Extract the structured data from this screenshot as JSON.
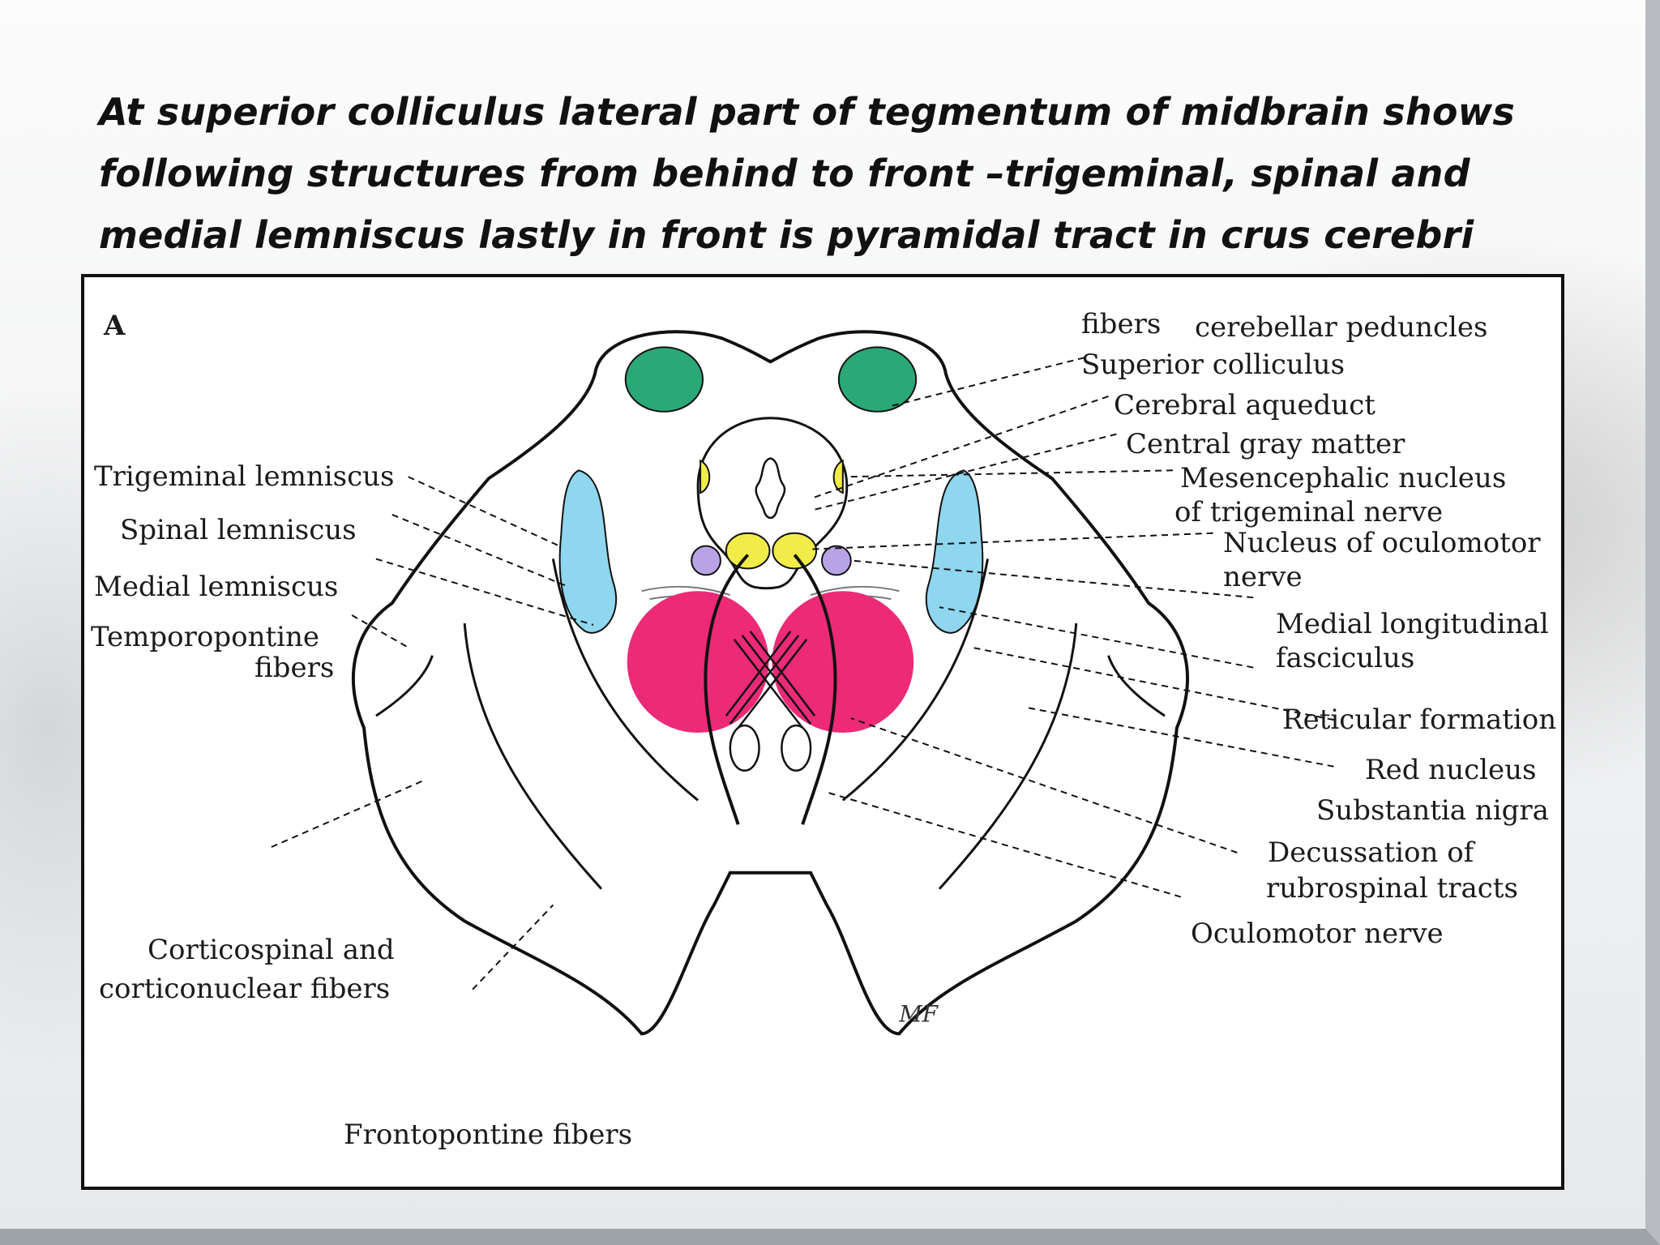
{
  "heading": {
    "line1": "At superior colliculus lateral part of tegmentum of midbrain shows",
    "line2": "following structures from behind to front –trigeminal, spinal and",
    "line3": "medial lemniscus lastly in front is pyramidal tract in crus cerebri"
  },
  "figure": {
    "panel_letter": "A",
    "signature": "MF",
    "labels": {
      "fibers_top": "fibers",
      "cerebellar_peduncles": "cerebellar peduncles",
      "superior_colliculus": "Superior colliculus",
      "cerebral_aqueduct": "Cerebral aqueduct",
      "central_gray_matter": "Central gray matter",
      "mesencephalic_nucleus_1": "Mesencephalic nucleus",
      "mesencephalic_nucleus_2": "of trigeminal nerve",
      "oculomotor_nucleus_1": "Nucleus of oculomotor",
      "oculomotor_nucleus_2": "nerve",
      "mlf_1": "Medial longitudinal",
      "mlf_2": "fasciculus",
      "reticular_formation": "Reticular formation",
      "red_nucleus": "Red nucleus",
      "substantia_nigra": "Substantia nigra",
      "decussation_1": "Decussation of",
      "decussation_2": "rubrospinal tracts",
      "oculomotor_nerve": "Oculomotor nerve",
      "trigeminal_lemniscus": "Trigeminal lemniscus",
      "spinal_lemniscus": "Spinal lemniscus",
      "medial_lemniscus": "Medial lemniscus",
      "temporopontine_1": "Temporopontine",
      "temporopontine_2": "fibers",
      "corticospinal_1": "Corticospinal and",
      "corticospinal_2": "corticonuclear fibers",
      "frontopontine": "Frontopontine fibers"
    },
    "colors": {
      "superior_colliculus": "#2aa876",
      "lemnisci": "#8fd6ee",
      "oculomotor_nuclei": "#f2ec4a",
      "mlf": "#b9a3e6",
      "red_nucleus": "#ec2a78",
      "outline": "#111111"
    }
  }
}
